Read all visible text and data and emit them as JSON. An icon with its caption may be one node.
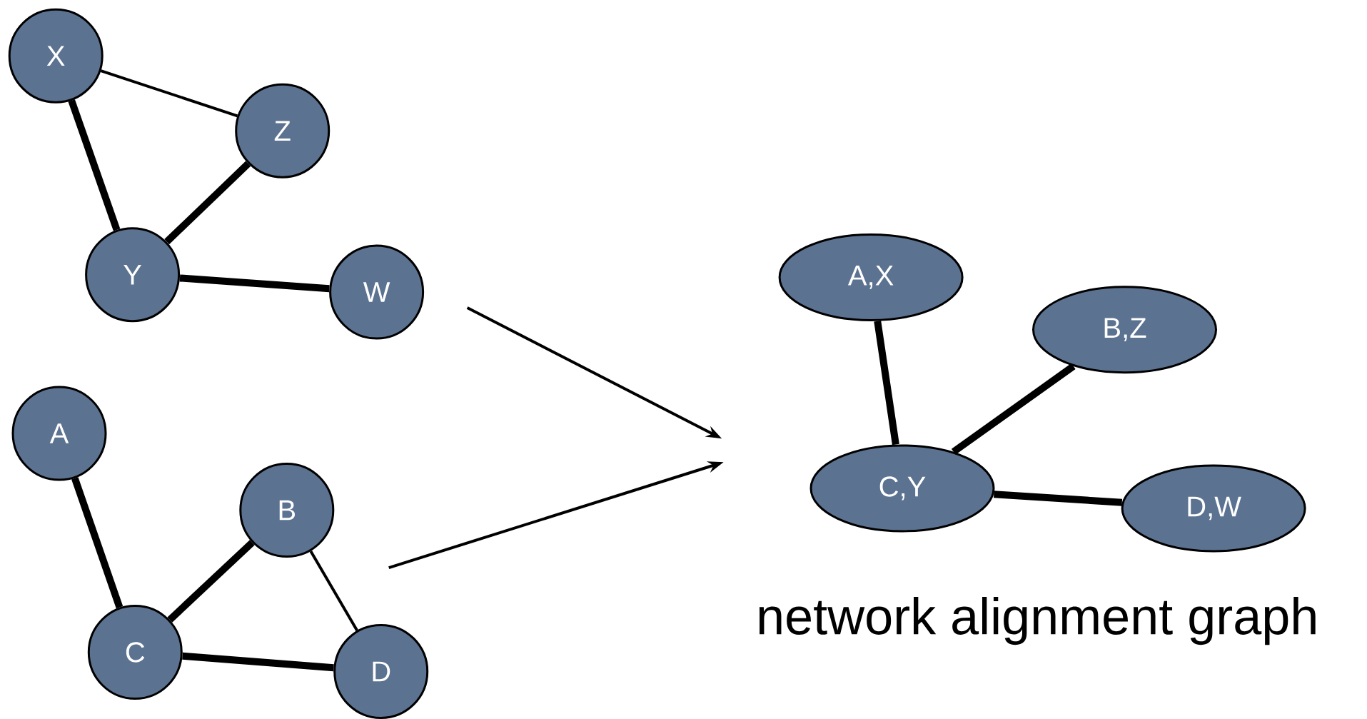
{
  "diagram": {
    "nodes": [
      {
        "text": [
          "X"
        ]
      },
      {
        "text": [
          "Z"
        ]
      },
      {
        "text": [
          "Y"
        ]
      },
      {
        "text": [
          "W"
        ]
      },
      {
        "text": [
          "A"
        ]
      },
      {
        "text": [
          "B"
        ]
      },
      {
        "text": [
          "C"
        ]
      },
      {
        "text": [
          "D"
        ]
      },
      {
        "text": [
          "A,X"
        ]
      },
      {
        "text": [
          "B,Z"
        ]
      },
      {
        "text": [
          "C,Y"
        ]
      },
      {
        "text": [
          "D,W"
        ]
      }
    ],
    "edges": [
      {
        "from": 0,
        "to": 1,
        "arrow": "none"
      },
      {
        "from": 0,
        "to": 2,
        "arrow": "none"
      },
      {
        "from": 1,
        "to": 2,
        "arrow": "none"
      },
      {
        "from": 2,
        "to": 3,
        "arrow": "none"
      },
      {
        "from": 4,
        "to": 6,
        "arrow": "none"
      },
      {
        "from": 6,
        "to": 5,
        "arrow": "none"
      },
      {
        "from": 5,
        "to": 7,
        "arrow": "none"
      },
      {
        "from": 6,
        "to": 7,
        "arrow": "none"
      },
      {
        "from": 8,
        "to": 10,
        "arrow": "none"
      },
      {
        "from": 9,
        "to": 10,
        "arrow": "none"
      },
      {
        "from": 10,
        "to": 11,
        "arrow": "none"
      }
    ],
    "labels": [
      "network alignment graph"
    ]
  }
}
